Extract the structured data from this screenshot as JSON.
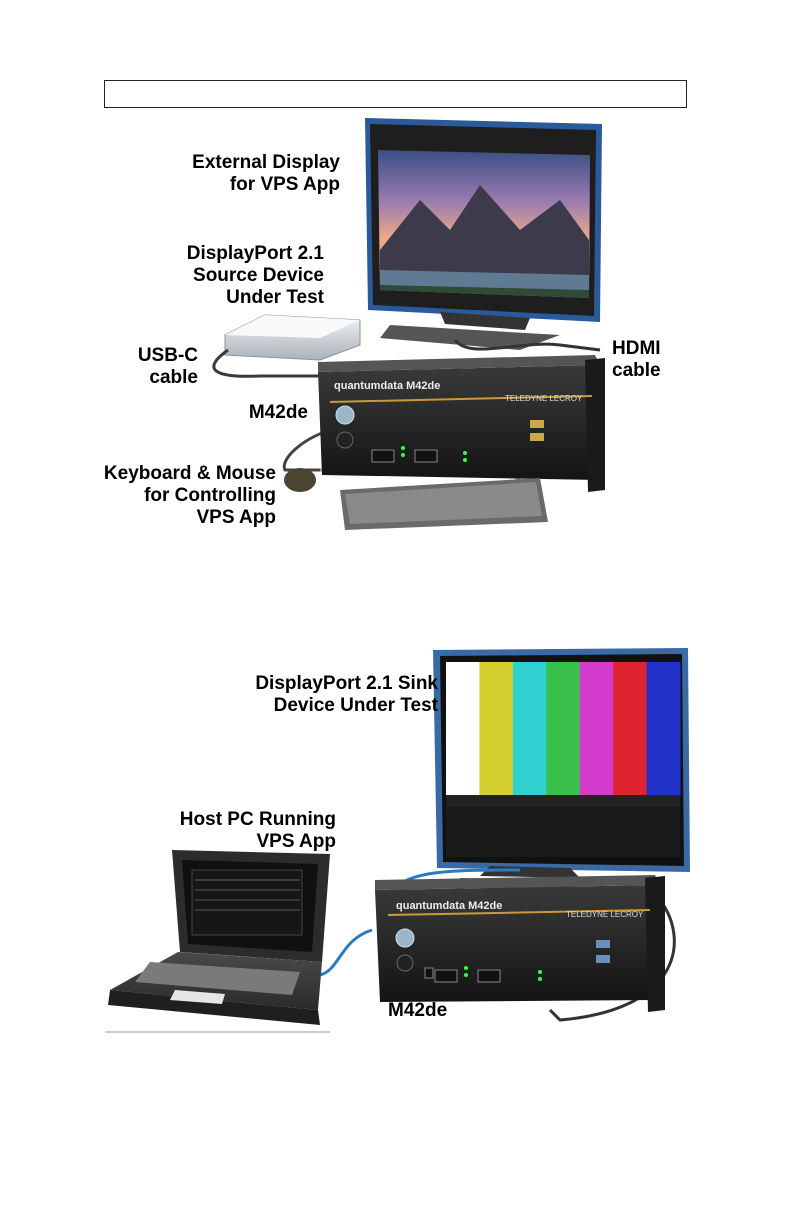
{
  "figure1": {
    "caption_box": "",
    "labels": {
      "external_display": [
        "External Display",
        "for VPS App"
      ],
      "source_device": [
        "DisplayPort 2.1",
        "Source Device",
        "Under Test"
      ],
      "usbc_cable": [
        "USB-C",
        "cable"
      ],
      "hdmi_cable": [
        "HDMI",
        "cable"
      ],
      "device": "M42de",
      "keyboard_mouse": [
        "Keyboard & Mouse",
        "for Controlling",
        "VPS App"
      ]
    },
    "device_brand": "quantumdata M42de",
    "device_maker": "TELEDYNE LECROY"
  },
  "figure2": {
    "labels": {
      "sink_device": [
        "DisplayPort 2.1 Sink",
        "Device Under Test"
      ],
      "host_pc": [
        "Host PC Running",
        "VPS App"
      ],
      "device": "M42de"
    },
    "device_brand": "quantumdata M42de",
    "device_maker": "TELEDYNE LECROY",
    "colorbars": [
      "#ffffff",
      "#d4cf2f",
      "#2fd0d0",
      "#39c04a",
      "#d43ccf",
      "#dd2430",
      "#2232c8"
    ]
  }
}
